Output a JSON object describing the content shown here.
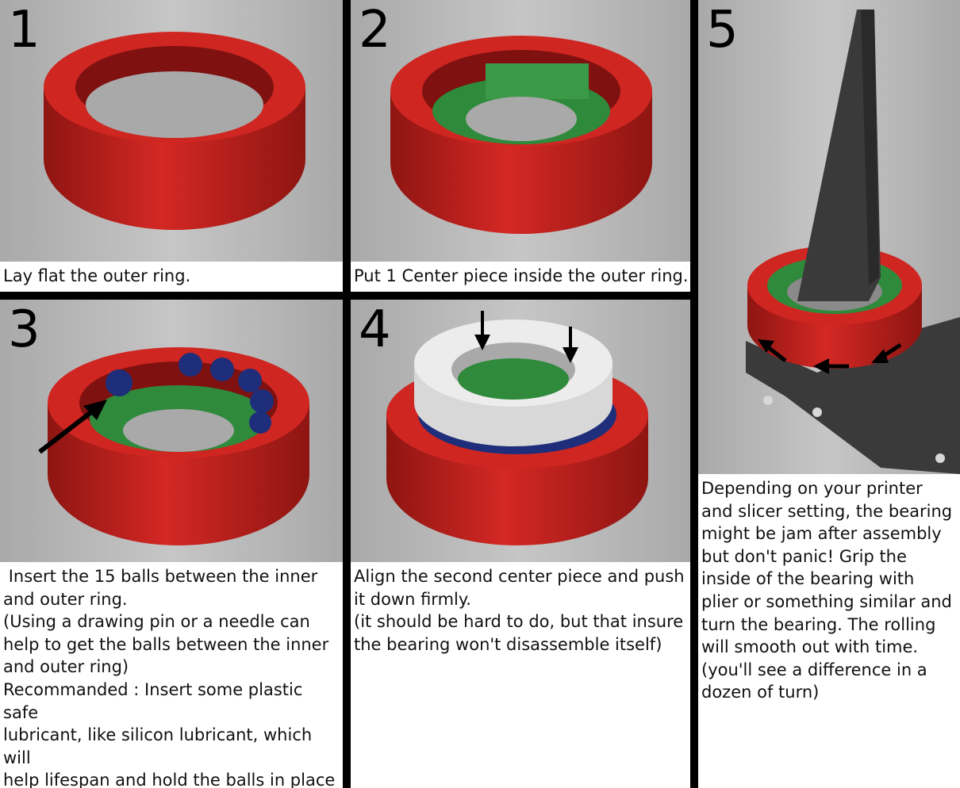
{
  "steps": [
    {
      "number": "1",
      "caption": "Lay flat the outer ring."
    },
    {
      "number": "2",
      "caption": "Put 1 Center piece inside the outer ring."
    },
    {
      "number": "3",
      "caption": " Insert the 15 balls between the inner\nand outer ring.\n(Using a drawing pin or a needle can\nhelp to get the balls between the inner\nand outer ring)\nRecommanded : Insert some plastic safe\nlubricant, like silicon lubricant, which will\nhelp lifespan and hold the balls in place\nwhile assembling."
    },
    {
      "number": "4",
      "caption": "Align the second center piece and push\nit down firmly.\n(it should be hard to do, but that insure\nthe bearing won't disassemble itself)"
    },
    {
      "number": "5",
      "caption": "Depending on your printer\nand slicer setting, the bearing\nmight be jam after assembly\nbut don't panic! Grip the\ninside of the bearing with\nplier or something similar and\nturn the bearing. The rolling\nwill smooth out with time.\n(you'll see a difference in a\ndozen of turn)"
    }
  ],
  "colors": {
    "outer_ring": "#c8201c",
    "center_piece": "#2f8a3c",
    "balls": "#1e2e7a",
    "top_ring": "#ececec",
    "plier": "#3a3a3a",
    "background": "#b4b4b4",
    "divider": "#000000"
  },
  "icons": [
    "arrow-icon",
    "plier-icon",
    "ball-icon"
  ]
}
